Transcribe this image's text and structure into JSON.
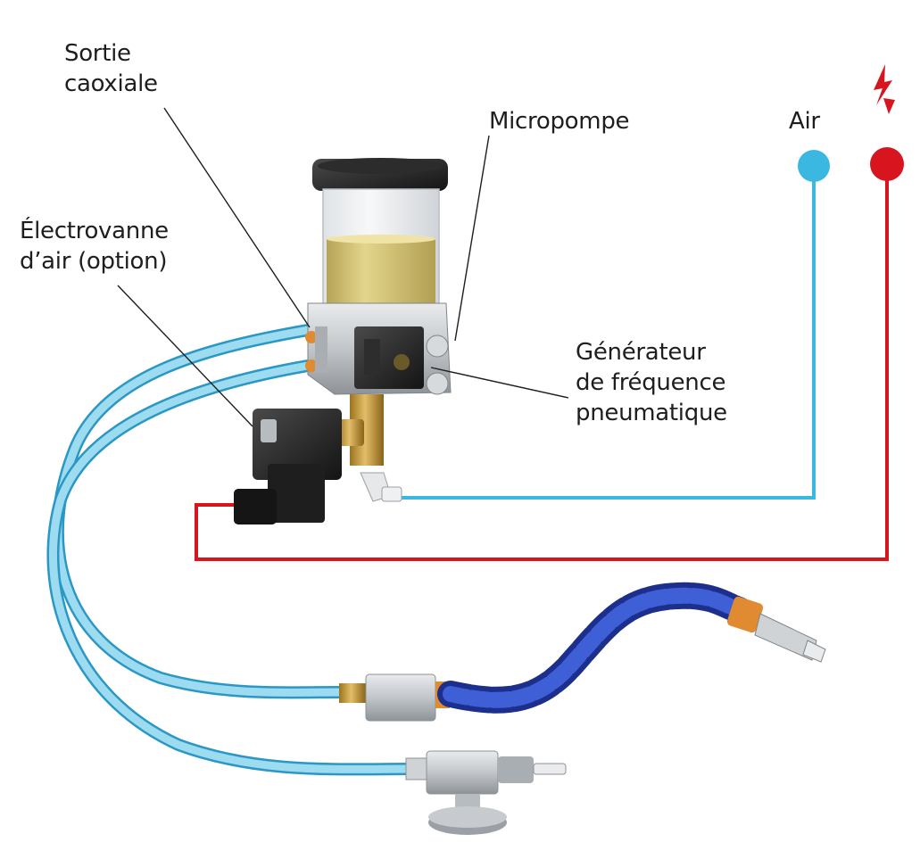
{
  "labels": {
    "sortie_line1": "Sortie",
    "sortie_line2": "caoxiale",
    "micropompe": "Micropompe",
    "air": "Air",
    "electrovanne_line1": "Électrovanne",
    "electrovanne_line2": "d’air (option)",
    "generateur_line1": "Générateur",
    "generateur_line2": "de fréquence",
    "generateur_line3": "pneumatique"
  },
  "icons": {
    "power": "lightning-bolt-icon"
  },
  "colors": {
    "air_line": "#3bb8e2",
    "electric_line": "#d8141e",
    "hose": "#7fd3ec",
    "oil": "#d8c978",
    "flex_hose": "#2c46b8",
    "brass": "#c9a04a",
    "orange_fitting": "#e08a32",
    "text": "#1e1e1e"
  }
}
